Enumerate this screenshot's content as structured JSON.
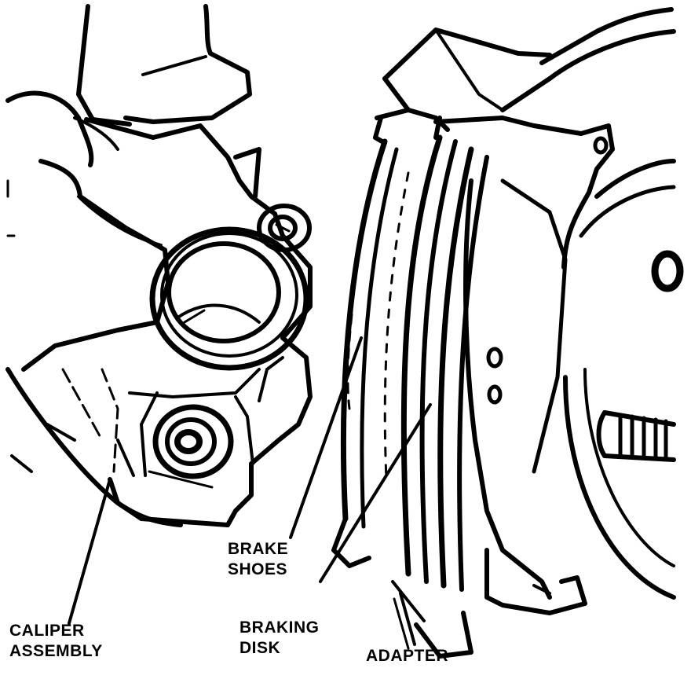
{
  "colors": {
    "ink": "#000000",
    "paper": "#ffffff"
  },
  "callouts": {
    "brake_shoes": {
      "line1": "BRAKE",
      "line2": "SHOES"
    },
    "braking_disk": {
      "line1": "BRAKING",
      "line2": "DISK"
    },
    "caliper_assembly": {
      "line1": "CALIPER",
      "line2": "ASSEMBLY"
    },
    "adapter": {
      "line1": "ADAPTER"
    }
  }
}
